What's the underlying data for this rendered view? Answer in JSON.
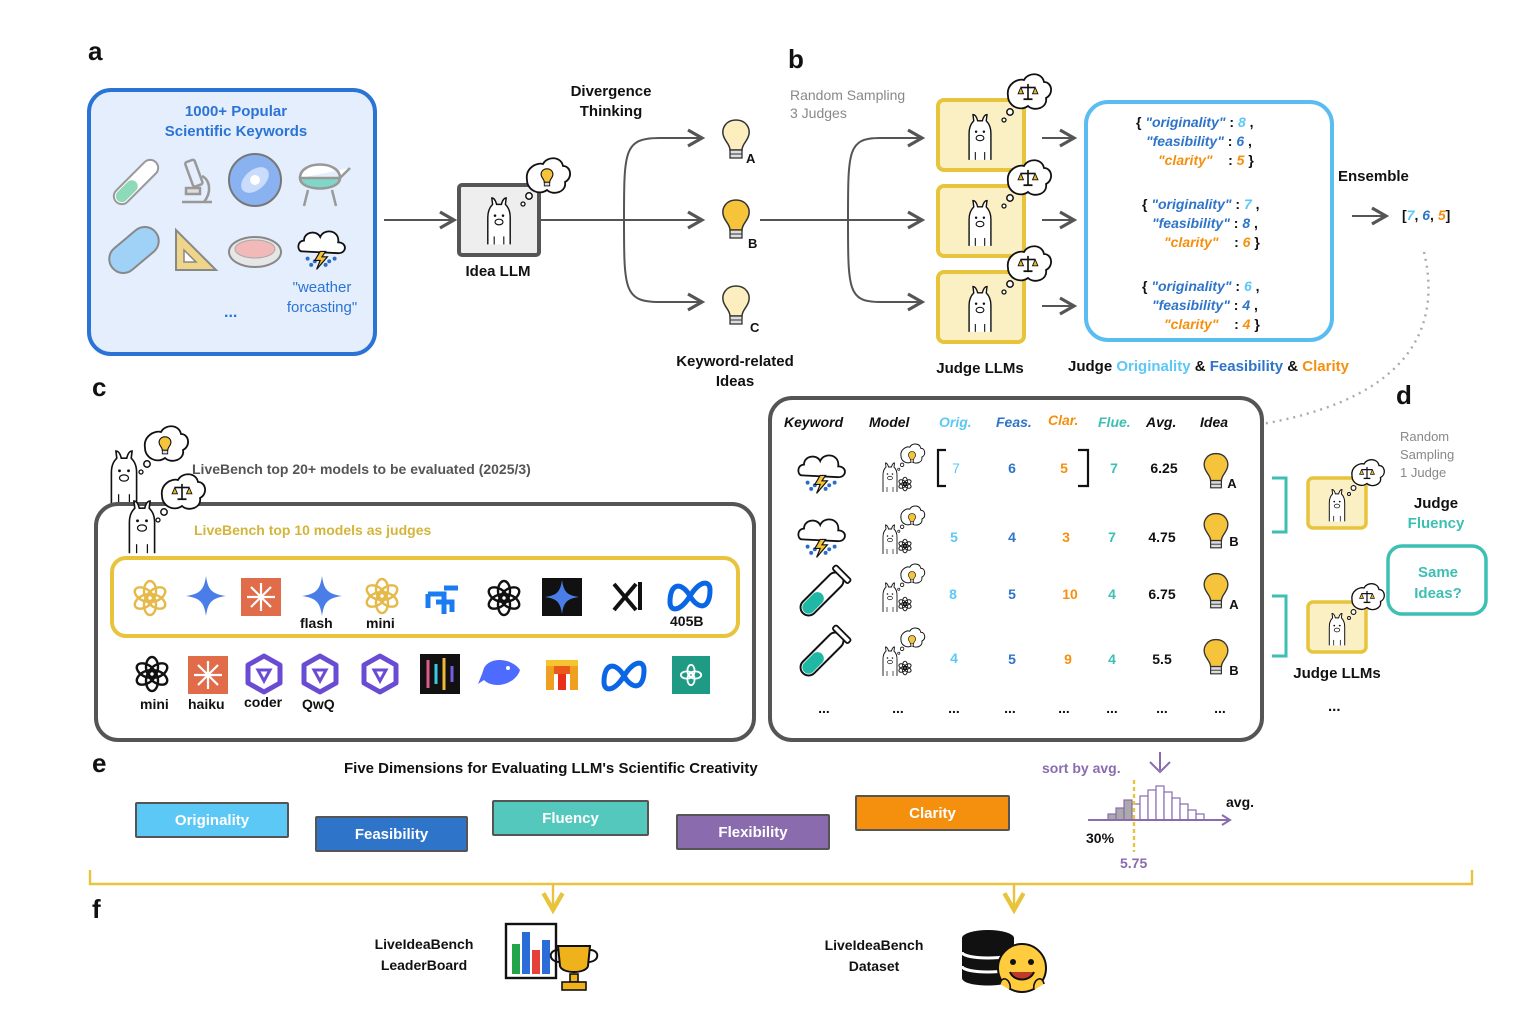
{
  "labels": {
    "a": "a",
    "b": "b",
    "c": "c",
    "d": "d",
    "e": "e",
    "f": "f"
  },
  "panel_a": {
    "title_line1": "1000+ Popular",
    "title_line2": "Scientific Keywords",
    "weather_line1": "\"weather",
    "weather_line2": "forcasting\"",
    "ellipsis": "...",
    "divergence_line1": "Divergence",
    "divergence_line2": "Thinking",
    "idea_llm": "Idea LLM",
    "bulb_a": "A",
    "bulb_b": "B",
    "bulb_c": "C",
    "keyword_ideas_line1": "Keyword-related",
    "keyword_ideas_line2": "Ideas"
  },
  "panel_b": {
    "sampling_line1": "Random Sampling",
    "sampling_line2": "3 Judges",
    "judge_llms": "Judge LLMs",
    "ensemble": "Ensemble",
    "judge_prefix": "Judge",
    "judge_originality": "Originality",
    "amp1": "&",
    "judge_feasibility": "Feasibility",
    "amp2": "&",
    "judge_clarity": "Clarity",
    "json_keys": {
      "originality": "\"originality\"",
      "feasibility": "\"feasibility\"",
      "clarity": "\"clarity\""
    },
    "scores": [
      {
        "o": "8",
        "f": "6",
        "c": "5"
      },
      {
        "o": "7",
        "f": "8",
        "c": "6"
      },
      {
        "o": "6",
        "f": "4",
        "c": "4"
      }
    ],
    "ensemble_result": {
      "o": "7",
      "f": "6",
      "c": "5"
    }
  },
  "panel_c": {
    "top20": "LiveBench top 20+ models to be evaluated (2025/3)",
    "top10": "LiveBench top 10 models as judges",
    "judge_row_labels": [
      "flash",
      "mini",
      "405B"
    ],
    "model_row_labels": [
      "mini",
      "haiku",
      "coder",
      "QwQ"
    ]
  },
  "table": {
    "headers": [
      "Keyword",
      "Model",
      "Orig.",
      "Feas.",
      "Clar.",
      "Flue.",
      "Avg.",
      "Idea"
    ],
    "rows": [
      {
        "orig": "7",
        "feas": "6",
        "clar": "5",
        "flue": "7",
        "avg": "6.25",
        "idea": "A"
      },
      {
        "orig": "5",
        "feas": "4",
        "clar": "3",
        "flue": "7",
        "avg": "4.75",
        "idea": "B"
      },
      {
        "orig": "8",
        "feas": "5",
        "clar": "10",
        "flue": "4",
        "avg": "6.75",
        "idea": "A"
      },
      {
        "orig": "4",
        "feas": "5",
        "clar": "9",
        "flue": "4",
        "avg": "5.5",
        "idea": "B"
      }
    ],
    "ellipsis": "..."
  },
  "panel_d": {
    "sampling_line1": "Random",
    "sampling_line2": "Sampling",
    "sampling_line3": "1 Judge",
    "judge": "Judge",
    "fluency": "Fluency",
    "same_line1": "Same",
    "same_line2": "Ideas?",
    "judge_llms": "Judge LLMs",
    "ellipsis": "..."
  },
  "panel_e": {
    "title": "Five Dimensions for Evaluating LLM's Scientific Creativity",
    "dimensions": [
      "Originality",
      "Feasibility",
      "Fluency",
      "Flexibility",
      "Clarity"
    ],
    "sort_by": "sort by avg.",
    "avg": "avg.",
    "percent": "30%",
    "threshold": "5.75"
  },
  "panel_f": {
    "leaderboard_line1": "LiveIdeaBench",
    "leaderboard_line2": "LeaderBoard",
    "dataset_line1": "LiveIdeaBench",
    "dataset_line2": "Dataset"
  },
  "colors": {
    "originality": "#5bc8f5",
    "feasibility": "#2e74c9",
    "fluency": "#3dbfb3",
    "flexibility": "#8a6bae",
    "clarity": "#f5900f",
    "gold": "#e8c33c",
    "blue_frame": "#2b74d6"
  }
}
